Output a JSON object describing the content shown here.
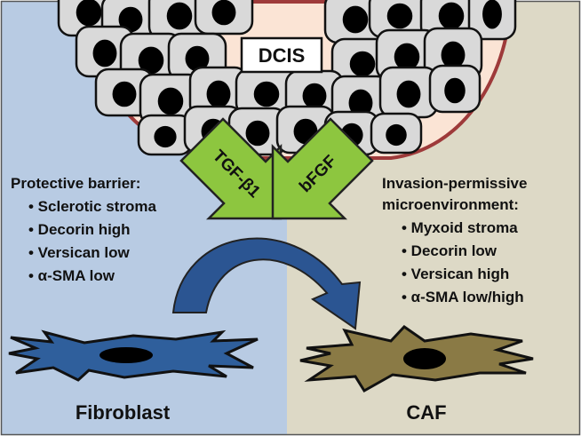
{
  "colors": {
    "left_bg": "#b8cbe3",
    "right_bg": "#ddd9c6",
    "tissue_fill": "#fbe4d5",
    "tissue_border": "#9e3a3a",
    "cell_fill": "#d9d9d9",
    "nucleus": "#000000",
    "green_arrow": "#8dc63f",
    "curved_arrow": "#2b5592",
    "fibroblast": "#2f5f9c",
    "caf": "#8a7a45"
  },
  "dcis_label": "DCIS",
  "signals": {
    "left": "TGF-β1",
    "right": "bFGF"
  },
  "left_panel": {
    "heading": "Protective barrier:",
    "items": [
      "Sclerotic stroma",
      "Decorin high",
      "Versican low",
      "α-SMA low"
    ],
    "cell_label": "Fibroblast"
  },
  "right_panel": {
    "heading_line1": "Invasion-permissive",
    "heading_line2": "microenvironment:",
    "items": [
      "Myxoid stroma",
      "Decorin low",
      "Versican high",
      "α-SMA low/high"
    ],
    "cell_label": "CAF"
  }
}
